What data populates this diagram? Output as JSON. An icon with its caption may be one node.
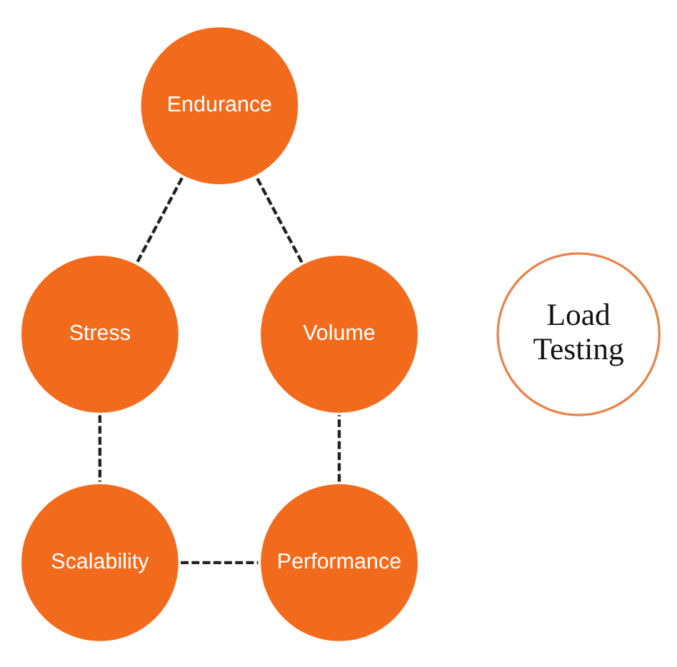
{
  "diagram": {
    "nodes": [
      {
        "text": [
          "Endurance"
        ]
      },
      {
        "text": [
          "Volume"
        ]
      },
      {
        "text": [
          "Load Testing"
        ]
      },
      {
        "text": [
          "Stress"
        ]
      },
      {
        "text": [
          "Performance"
        ]
      },
      {
        "text": [
          "Scalability"
        ]
      }
    ],
    "edges": [
      {
        "from": 0,
        "to": 3,
        "arrow": "none",
        "style": "dashed"
      },
      {
        "from": 3,
        "to": 5,
        "arrow": "none",
        "style": "dashed"
      },
      {
        "from": 5,
        "to": 4,
        "arrow": "none",
        "style": "dashed"
      },
      {
        "from": 4,
        "to": 1,
        "arrow": "none",
        "style": "dashed"
      },
      {
        "from": 1,
        "to": 0,
        "arrow": "none",
        "style": "dashed"
      }
    ]
  }
}
